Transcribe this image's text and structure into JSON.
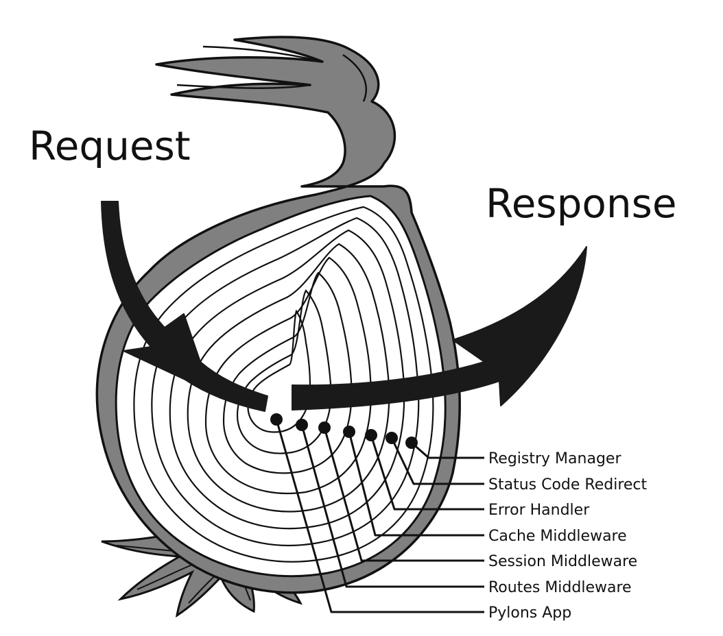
{
  "labels": {
    "request": "Request",
    "response": "Response"
  },
  "layers": [
    "Registry Manager",
    "Status Code Redirect",
    "Error Handler",
    "Cache Middleware",
    "Session Middleware",
    "Routes Middleware",
    "Pylons App"
  ],
  "colors": {
    "ink": "#111111",
    "skin": "#808080",
    "flesh": "#ffffff"
  }
}
